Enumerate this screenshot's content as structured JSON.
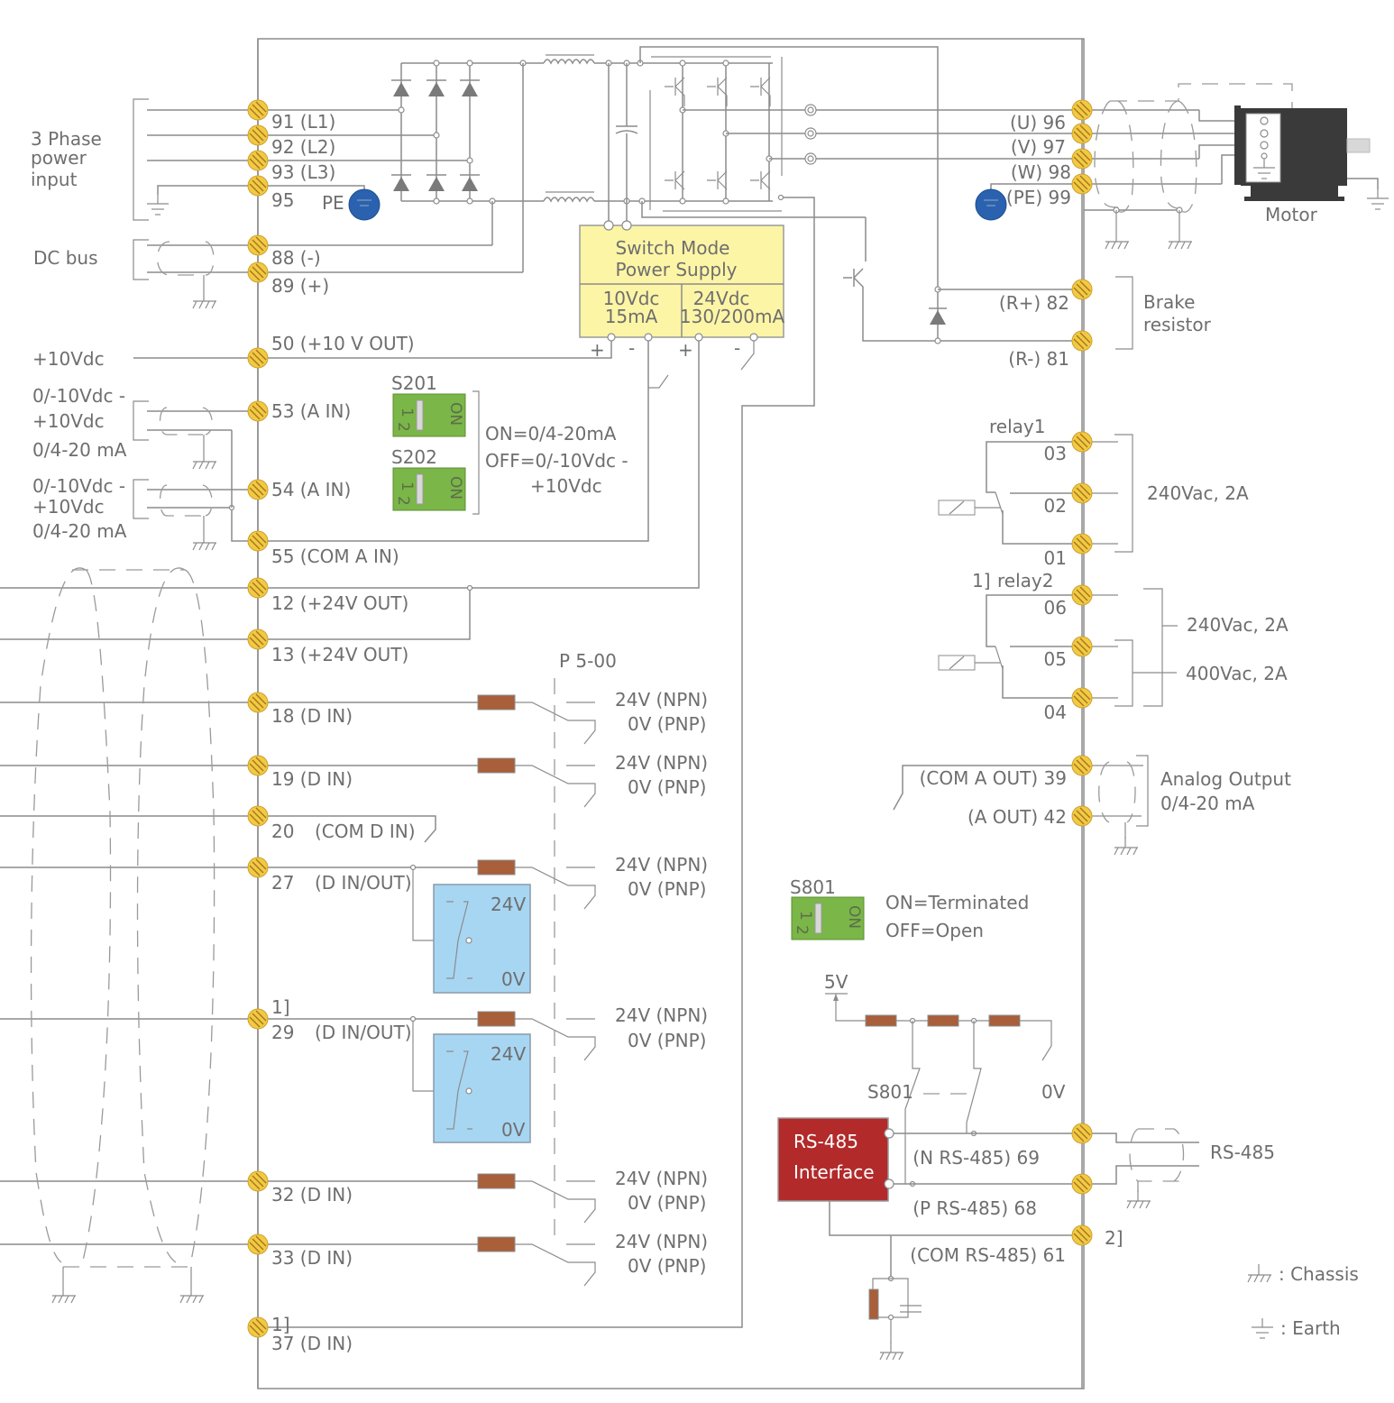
{
  "title": "Drive control and power wiring diagram",
  "left_groups": {
    "three_phase": [
      "3 Phase",
      "power",
      "input"
    ],
    "dc_bus": "DC bus",
    "plus10": "+10Vdc",
    "ain53": [
      "0/-10Vdc -",
      "+10Vdc",
      "0/4-20 mA"
    ],
    "ain54": [
      "0/-10Vdc -",
      "+10Vdc",
      "0/4-20 mA"
    ]
  },
  "left_terminals": [
    {
      "id": "91",
      "label": "91 (L1)"
    },
    {
      "id": "92",
      "label": "92 (L2)"
    },
    {
      "id": "93",
      "label": "93 (L3)"
    },
    {
      "id": "95",
      "label": "95"
    },
    {
      "id": "88",
      "label": "88 (-)"
    },
    {
      "id": "89",
      "label": "89 (+)"
    },
    {
      "id": "50",
      "label": "50 (+10 V OUT)"
    },
    {
      "id": "53",
      "label": "53 (A IN)"
    },
    {
      "id": "54",
      "label": "54 (A IN)"
    },
    {
      "id": "55",
      "label": "55 (COM A IN)"
    },
    {
      "id": "12",
      "label": "12 (+24V OUT)"
    },
    {
      "id": "13",
      "label": "13 (+24V OUT)"
    },
    {
      "id": "18",
      "label": "18 (D IN)"
    },
    {
      "id": "19",
      "label": "19 (D IN)"
    },
    {
      "id": "20",
      "label": "20"
    },
    {
      "id": "27",
      "label": "27"
    },
    {
      "id": "29",
      "label": "29"
    },
    {
      "id": "32",
      "label": "32 (D IN)"
    },
    {
      "id": "33",
      "label": "33 (D IN)"
    },
    {
      "id": "37",
      "label": "37 (D IN)"
    }
  ],
  "extra_labels": {
    "pe": "PE",
    "com_d_in": "(COM D IN)",
    "d_in_out": "(D IN/OUT)",
    "note1": "1]",
    "note2": "2]",
    "p500": "P 5-00",
    "npn": "24V (NPN)",
    "pnp": "0V (PNP)",
    "v24": "24V",
    "v0": "0V"
  },
  "smps": {
    "title1": "Switch Mode",
    "title2": "Power Supply",
    "left1": "10Vdc",
    "left2": "15mA",
    "right1": "24Vdc",
    "right2": "130/200mA",
    "plus": "+",
    "minus": "-"
  },
  "switches": {
    "s201": "S201",
    "s202": "S202",
    "s801": "S801",
    "dip_on": "ON",
    "dip_1": "1",
    "dip_2": "2",
    "s20x_on": "ON=0/4-20mA",
    "s20x_off1": "OFF=0/-10Vdc -",
    "s20x_off2": "+10Vdc",
    "s801_on": "ON=Terminated",
    "s801_off": "OFF=Open"
  },
  "right_terminals": [
    {
      "id": "96",
      "label": "(U) 96"
    },
    {
      "id": "97",
      "label": "(V) 97"
    },
    {
      "id": "98",
      "label": "(W) 98"
    },
    {
      "id": "99",
      "label": "(PE) 99"
    },
    {
      "id": "82",
      "label": "(R+) 82"
    },
    {
      "id": "81",
      "label": "(R-) 81"
    },
    {
      "id": "03",
      "label": "03"
    },
    {
      "id": "02",
      "label": "02"
    },
    {
      "id": "01",
      "label": "01"
    },
    {
      "id": "06",
      "label": "06"
    },
    {
      "id": "05",
      "label": "05"
    },
    {
      "id": "04",
      "label": "04"
    },
    {
      "id": "39",
      "label": "(COM A OUT) 39"
    },
    {
      "id": "42",
      "label": "(A OUT) 42"
    },
    {
      "id": "69",
      "label": "(N RS-485) 69"
    },
    {
      "id": "68",
      "label": "(P RS-485) 68"
    },
    {
      "id": "61",
      "label": "(COM RS-485) 61"
    }
  ],
  "right_groups": {
    "motor": "Motor",
    "brake1": "Brake",
    "brake2": "resistor",
    "relay1": "relay1",
    "relay2": "relay2",
    "relay1_rating": "240Vac, 2A",
    "relay2_rating_a": "240Vac, 2A",
    "relay2_rating_b": "400Vac, 2A",
    "aout1": "Analog Output",
    "aout2": "0/4-20 mA",
    "rs485": "RS-485",
    "rs485_if1": "RS-485",
    "rs485_if2": "Interface",
    "v5": "5V",
    "v0": "0V"
  },
  "legend": {
    "chassis": ": Chassis",
    "earth": ": Earth"
  },
  "colors": {
    "terminal": "#f5c842",
    "smps": "#fdf5a6",
    "dip": "#7ab648",
    "output_box": "#a7d6f3",
    "rs485": "#b22a2a",
    "pe": "#2a62b0",
    "resistor": "#a85f3a"
  }
}
